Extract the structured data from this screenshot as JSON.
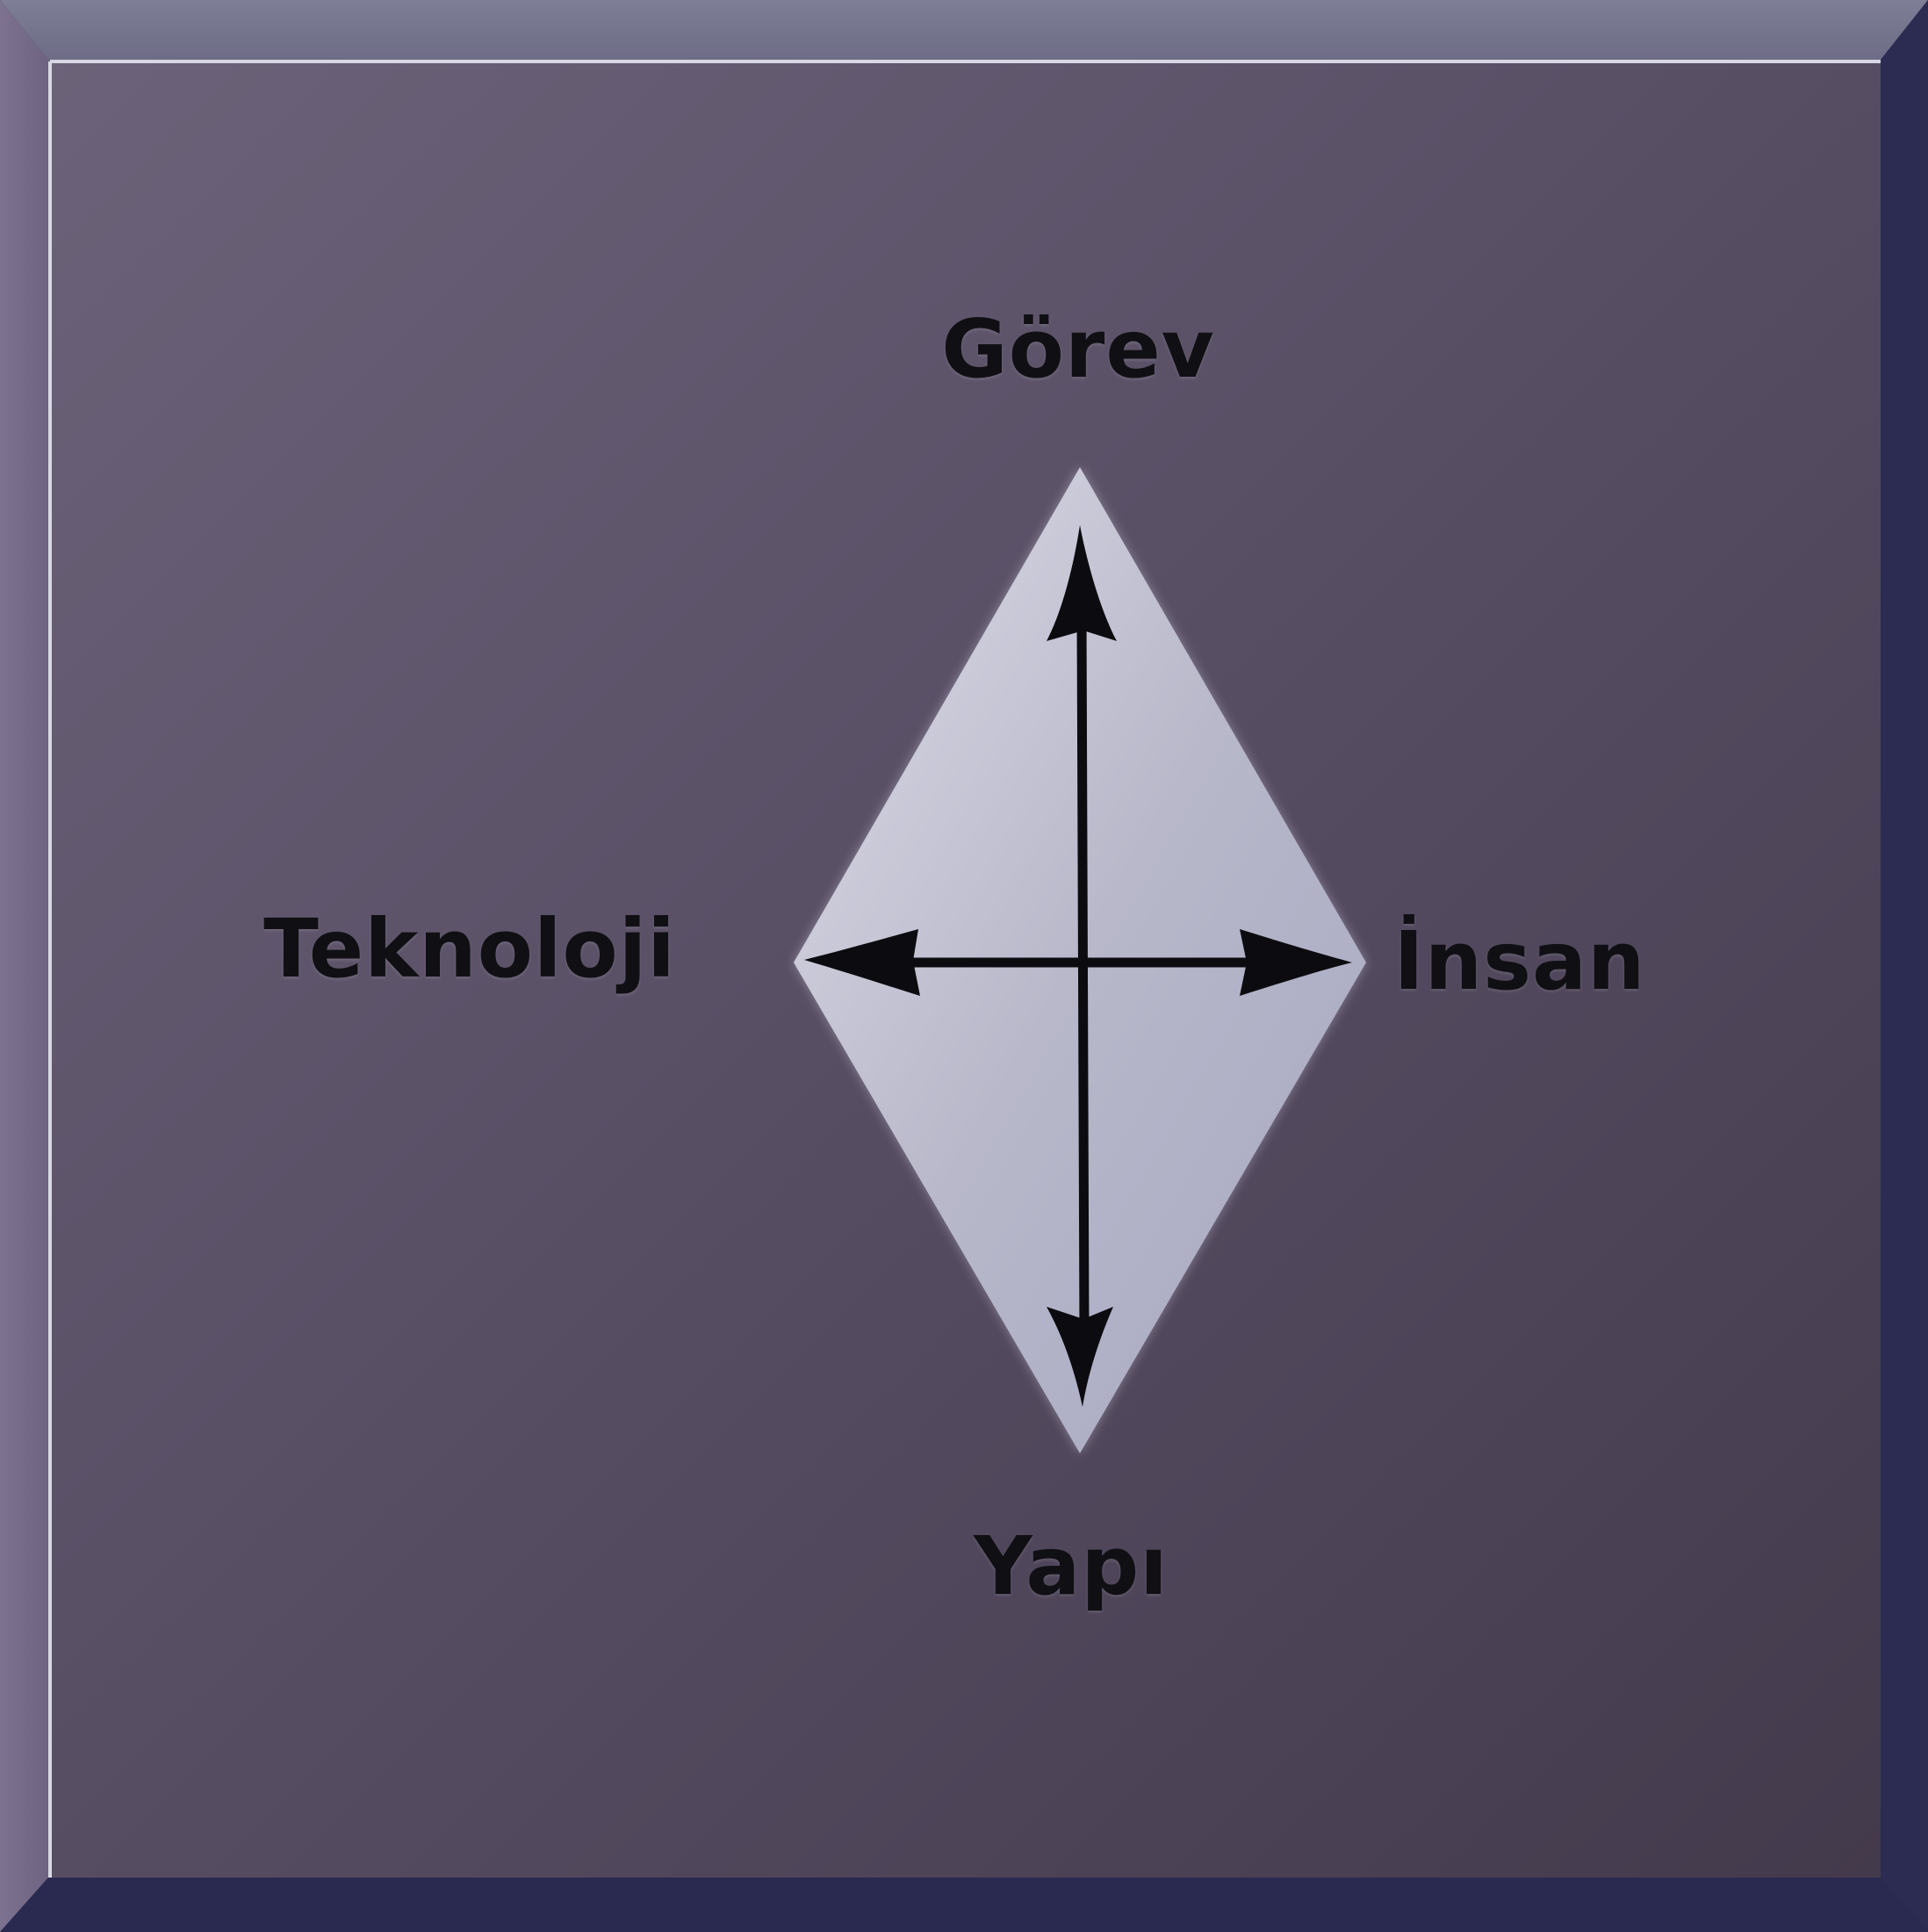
{
  "diagram": {
    "labels": {
      "top": "Görev",
      "left": "Teknoloji",
      "right": "İnsan",
      "bottom": "Yapı"
    }
  }
}
